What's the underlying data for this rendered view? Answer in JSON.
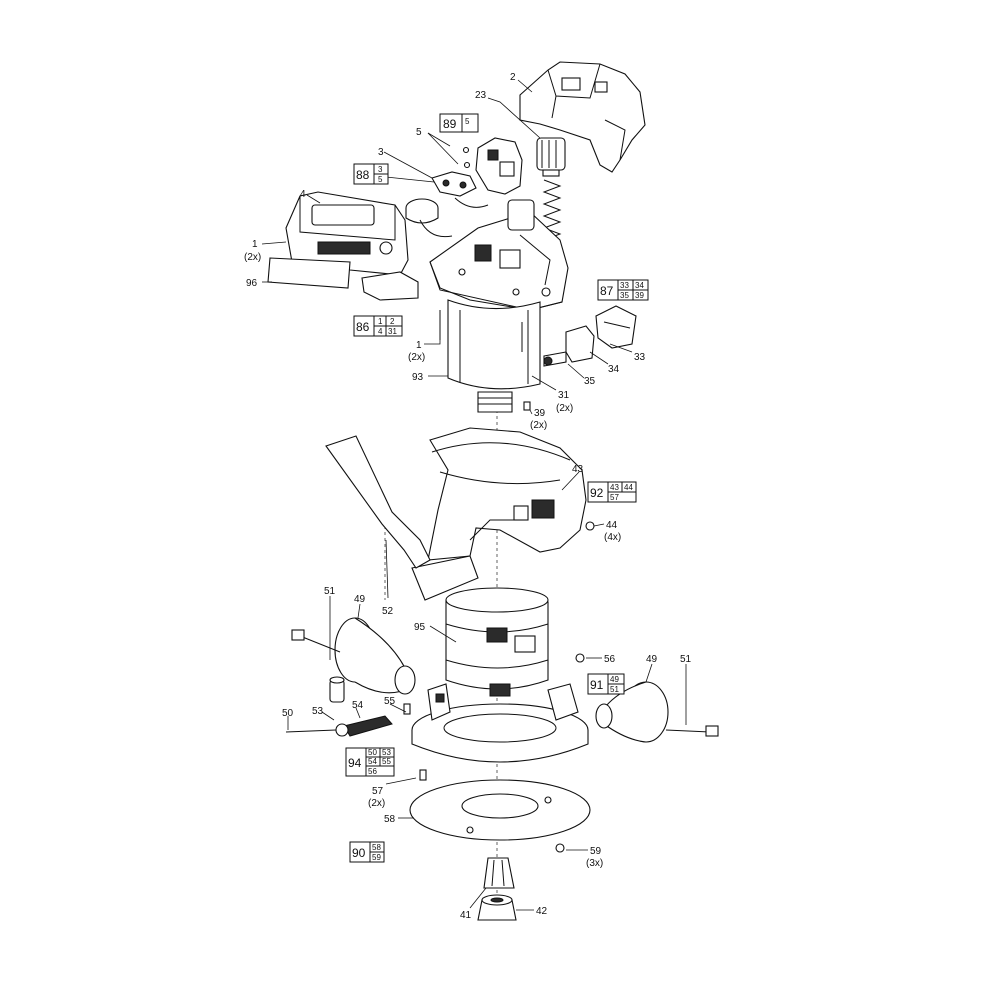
{
  "callouts": [
    {
      "id": "c2",
      "text": "2"
    },
    {
      "id": "c23",
      "text": "23"
    },
    {
      "id": "c5",
      "text": "5"
    },
    {
      "id": "c3",
      "text": "3"
    },
    {
      "id": "c4",
      "text": "4"
    },
    {
      "id": "c1a",
      "text": "1"
    },
    {
      "id": "c1a_q",
      "text": "(2x)"
    },
    {
      "id": "c96",
      "text": "96"
    },
    {
      "id": "c1b",
      "text": "1"
    },
    {
      "id": "c1b_q",
      "text": "(2x)"
    },
    {
      "id": "c93",
      "text": "93"
    },
    {
      "id": "c31",
      "text": "31"
    },
    {
      "id": "c31_q",
      "text": "(2x)"
    },
    {
      "id": "c39",
      "text": "39"
    },
    {
      "id": "c39_q",
      "text": "(2x)"
    },
    {
      "id": "c33",
      "text": "33"
    },
    {
      "id": "c34",
      "text": "34"
    },
    {
      "id": "c35",
      "text": "35"
    },
    {
      "id": "c43",
      "text": "43"
    },
    {
      "id": "c44",
      "text": "44"
    },
    {
      "id": "c44_q",
      "text": "(4x)"
    },
    {
      "id": "c51a",
      "text": "51"
    },
    {
      "id": "c49a",
      "text": "49"
    },
    {
      "id": "c52",
      "text": "52"
    },
    {
      "id": "c95",
      "text": "95"
    },
    {
      "id": "c56",
      "text": "56"
    },
    {
      "id": "c49b",
      "text": "49"
    },
    {
      "id": "c51b",
      "text": "51"
    },
    {
      "id": "c50",
      "text": "50"
    },
    {
      "id": "c53",
      "text": "53"
    },
    {
      "id": "c54",
      "text": "54"
    },
    {
      "id": "c55",
      "text": "55"
    },
    {
      "id": "c57",
      "text": "57"
    },
    {
      "id": "c57_q",
      "text": "(2x)"
    },
    {
      "id": "c58",
      "text": "58"
    },
    {
      "id": "c59",
      "text": "59"
    },
    {
      "id": "c59_q",
      "text": "(3x)"
    },
    {
      "id": "c41",
      "text": "41"
    },
    {
      "id": "c42",
      "text": "42"
    }
  ],
  "kits": [
    {
      "id": "k89",
      "number": "89",
      "cells": [
        "5"
      ]
    },
    {
      "id": "k88",
      "number": "88",
      "cells": [
        "3",
        "5"
      ]
    },
    {
      "id": "k86",
      "number": "86",
      "cells": [
        "1",
        "2",
        "4",
        "31"
      ]
    },
    {
      "id": "k87",
      "number": "87",
      "cells": [
        "33",
        "34",
        "35",
        "39"
      ]
    },
    {
      "id": "k92",
      "number": "92",
      "cells": [
        "43",
        "44",
        "57"
      ]
    },
    {
      "id": "k91",
      "number": "91",
      "cells": [
        "49",
        "51"
      ]
    },
    {
      "id": "k94",
      "number": "94",
      "cells": [
        "50",
        "53",
        "54",
        "55",
        "56"
      ]
    },
    {
      "id": "k90",
      "number": "90",
      "cells": [
        "58",
        "59"
      ]
    }
  ]
}
